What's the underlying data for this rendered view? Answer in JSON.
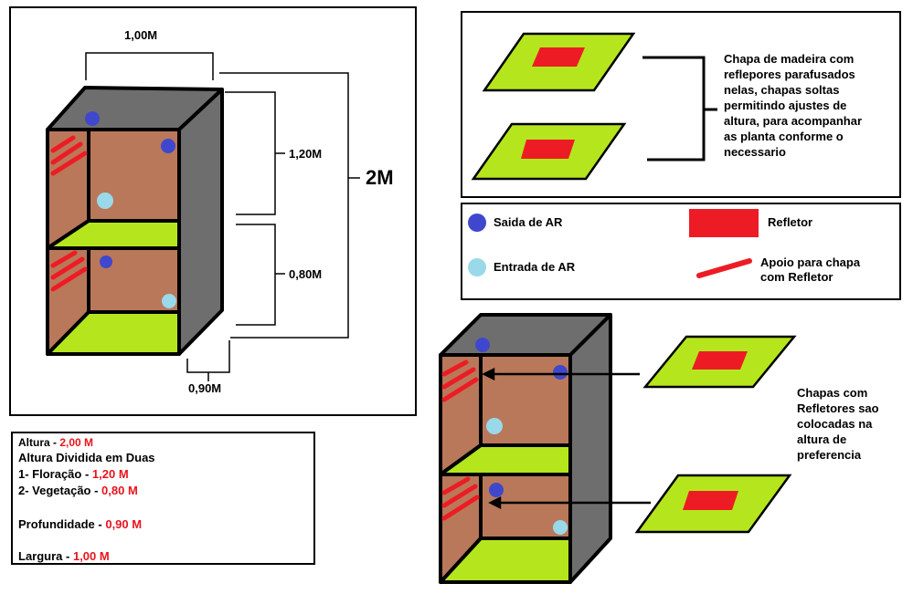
{
  "main_diagram": {
    "dim_width": "1,00M",
    "dim_upper": "1,20M",
    "dim_lower": "0,80M",
    "dim_total": "2M",
    "dim_depth": "0,90M"
  },
  "plates_note": {
    "lines": [
      "Chapa de madeira com",
      "reflepores parafusados",
      "nelas, chapas soltas",
      "permitindo ajustes de",
      "altura, para acompanhar",
      "as planta conforme o",
      "necessario"
    ]
  },
  "legend": {
    "air_out": "Saida de AR",
    "air_in": "Entrada de AR",
    "reflector": "Refletor",
    "support_line1": "Apoio para chapa",
    "support_line2": "com Refletor"
  },
  "specs": {
    "height_label": "Altura - ",
    "height_value": "2,00 M",
    "divided": "Altura Dividida em Duas",
    "flower_label": "1- Floração - ",
    "flower_value": "1,20 M",
    "veg_label": "2- Vegetação - ",
    "veg_value": "0,80 M",
    "depth_label": "Profundidade - ",
    "depth_value": "0,90 M",
    "width_label": "Largura - ",
    "width_value": "1,00 M"
  },
  "placement_note": {
    "lines": [
      "Chapas com",
      "Refletores sao",
      "colocadas na",
      "altura de",
      "preferencia"
    ]
  },
  "colors": {
    "gray": "#6e6e6e",
    "brown": "#b9785a",
    "green": "#b5e61d",
    "red": "#ed1c24",
    "blue": "#3f48cc",
    "lightblue": "#99d9ea"
  }
}
